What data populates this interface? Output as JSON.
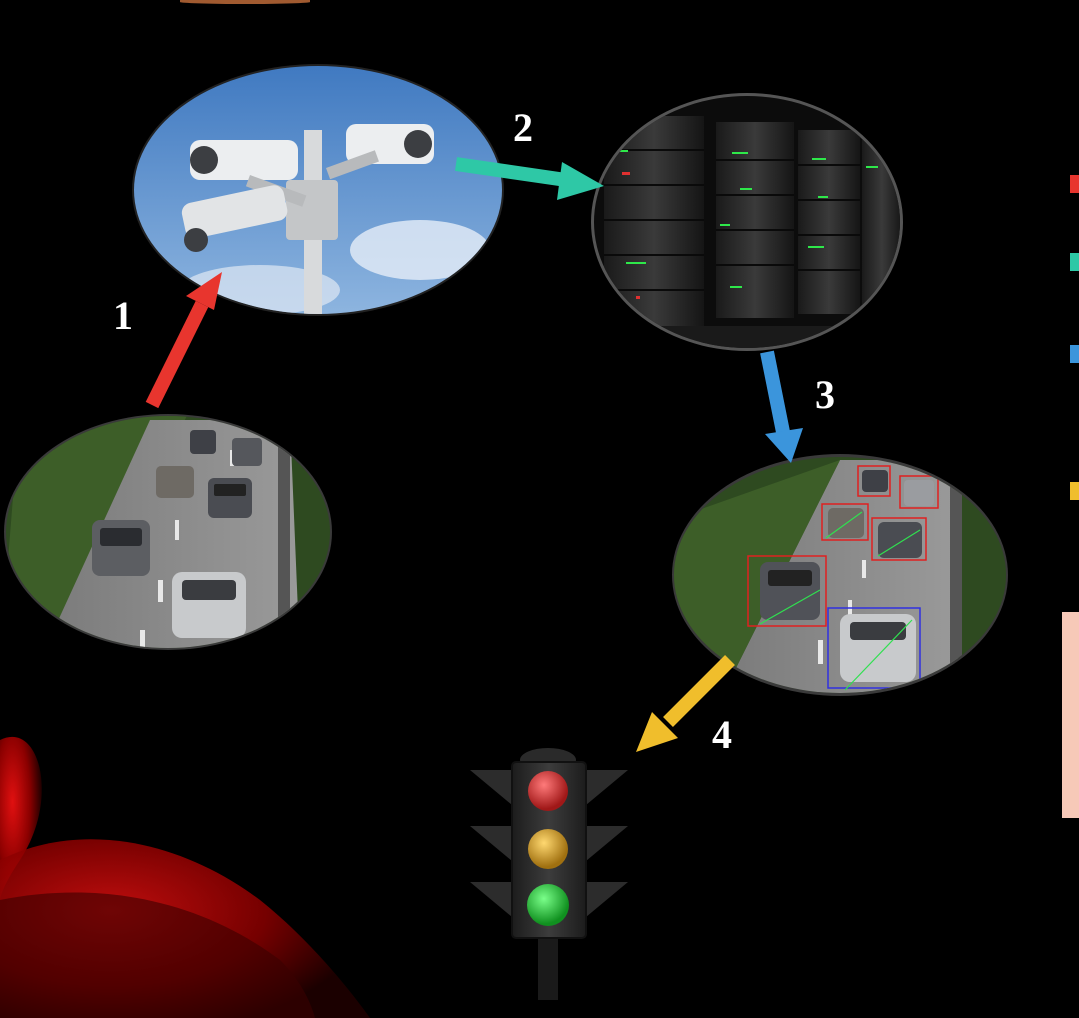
{
  "steps": [
    {
      "label": "1",
      "color": "#e8352e",
      "from": "vehicle-traffic",
      "to": "cctv-cameras"
    },
    {
      "label": "2",
      "color": "#2ec8a6",
      "from": "cctv-cameras",
      "to": "server-racks"
    },
    {
      "label": "3",
      "color": "#3b95dc",
      "from": "server-racks",
      "to": "vehicle-detection"
    },
    {
      "label": "4",
      "color": "#f0be2c",
      "from": "vehicle-detection",
      "to": "traffic-light"
    }
  ],
  "nodes": [
    {
      "name": "vehicle-traffic"
    },
    {
      "name": "cctv-cameras"
    },
    {
      "name": "server-racks"
    },
    {
      "name": "vehicle-detection"
    },
    {
      "name": "traffic-light"
    }
  ],
  "legend": [
    "#e8352e",
    "#2ec8a6",
    "#3b95dc",
    "#f0be2c"
  ],
  "colors": {
    "background": "#000000",
    "decoration": "#c40000",
    "side_panel": "#f7c9b8",
    "detection_box_red": "#e02020",
    "detection_box_blue": "#3030e0",
    "light_red": "#d42a2a",
    "light_yellow": "#d8a520",
    "light_green": "#1fc23a"
  }
}
